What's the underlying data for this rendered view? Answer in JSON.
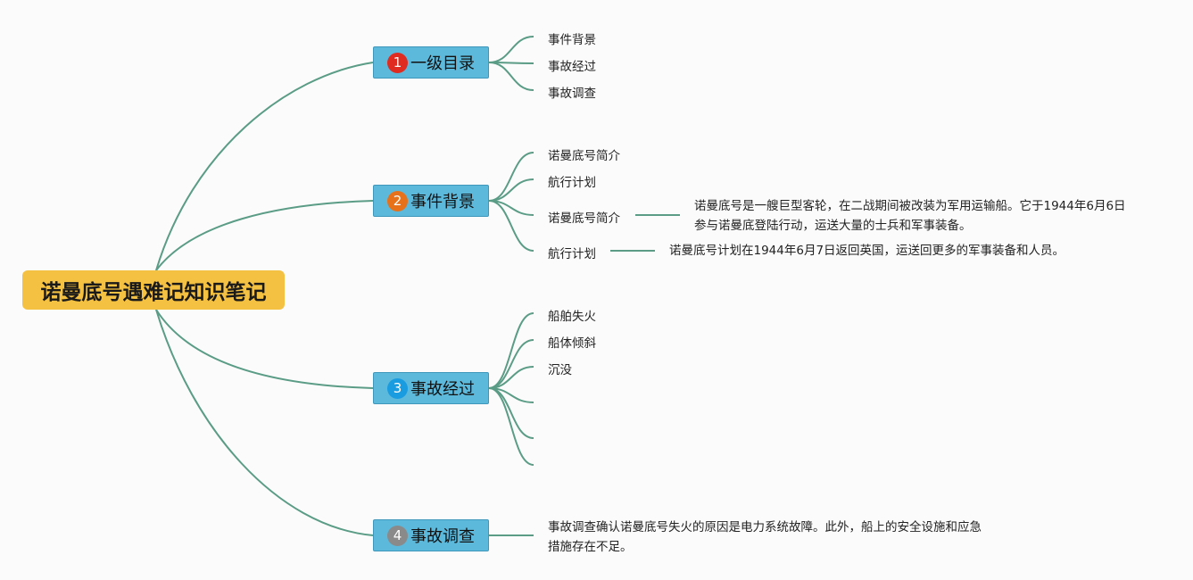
{
  "root": {
    "label": "诺曼底号遇难记知识笔记"
  },
  "colors": {
    "link": "#5a9c86",
    "root_bg": "#f5c142",
    "topic_bg": "#5cb9dc",
    "badge_1": "#e02b20",
    "badge_2": "#e7711b",
    "badge_3": "#1a9ce0",
    "badge_4": "#8a8a8a"
  },
  "topics": [
    {
      "num": "1",
      "label": "一级目录",
      "children": [
        "事件背景",
        "事故经过",
        "事故调查"
      ]
    },
    {
      "num": "2",
      "label": "事件背景",
      "children": [
        "诺曼底号简介",
        "航行计划",
        "诺曼底号简介",
        "航行计划"
      ],
      "details": [
        "诺曼底号是一艘巨型客轮，在二战期间被改装为军用运输船。它于1944年6月6日参与诺曼底登陆行动，运送大量的士兵和军事装备。",
        "诺曼底号计划在1944年6月7日返回英国，运送回更多的军事装备和人员。"
      ]
    },
    {
      "num": "3",
      "label": "事故经过",
      "children": [
        "船舶失火",
        "船体倾斜",
        "沉没"
      ]
    },
    {
      "num": "4",
      "label": "事故调查",
      "details": [
        "事故调查确认诺曼底号失火的原因是电力系统故障。此外，船上的安全设施和应急措施存在不足。"
      ]
    }
  ]
}
